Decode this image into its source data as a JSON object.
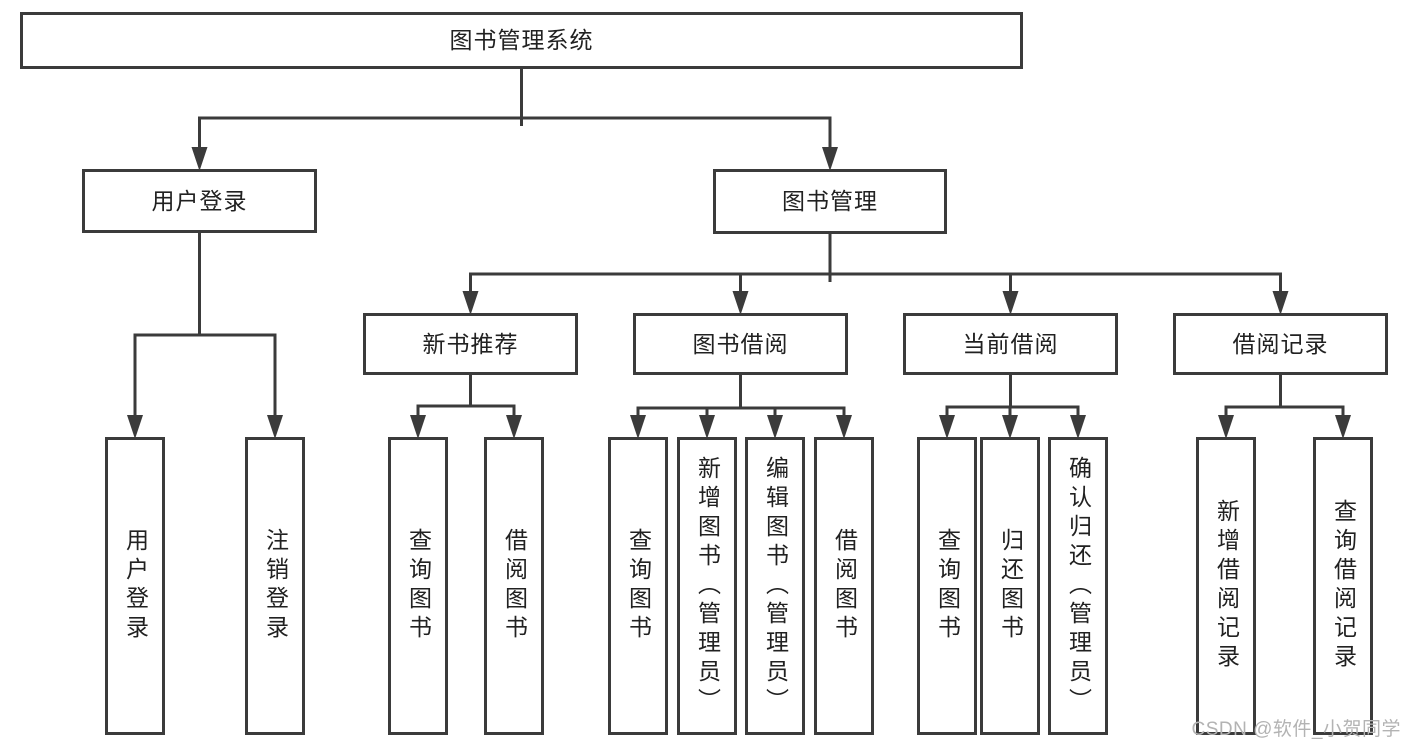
{
  "diagram": {
    "title": "图书管理系统",
    "watermark": "CSDN @软件_小贺同学",
    "colors": {
      "line": "#3b3b3b",
      "text": "#212121",
      "box_background": "#ffffff",
      "page_background": "#ffffff",
      "watermark": "#b3b3b3"
    },
    "nodes": [
      {
        "id": "root",
        "label": "图书管理系统",
        "orientation": "horizontal",
        "children": [
          "user_login",
          "book_mgmt"
        ]
      },
      {
        "id": "user_login",
        "label": "用户登录",
        "orientation": "horizontal",
        "children": [
          "ul_login",
          "ul_logout"
        ]
      },
      {
        "id": "book_mgmt",
        "label": "图书管理",
        "orientation": "horizontal",
        "children": [
          "new_book",
          "book_borrow",
          "current_borrow",
          "borrow_record"
        ]
      },
      {
        "id": "new_book",
        "label": "新书推荐",
        "orientation": "horizontal",
        "children": [
          "nb_query",
          "nb_borrow"
        ]
      },
      {
        "id": "book_borrow",
        "label": "图书借阅",
        "orientation": "horizontal",
        "children": [
          "bb_query",
          "bb_add",
          "bb_edit",
          "bb_borrow"
        ]
      },
      {
        "id": "current_borrow",
        "label": "当前借阅",
        "orientation": "horizontal",
        "children": [
          "cb_query",
          "cb_return",
          "cb_confirm"
        ]
      },
      {
        "id": "borrow_record",
        "label": "借阅记录",
        "orientation": "horizontal",
        "children": [
          "br_add",
          "br_query"
        ]
      },
      {
        "id": "ul_login",
        "label": "用户登录",
        "orientation": "vertical",
        "children": []
      },
      {
        "id": "ul_logout",
        "label": "注销登录",
        "orientation": "vertical",
        "children": []
      },
      {
        "id": "nb_query",
        "label": "查询图书",
        "orientation": "vertical",
        "children": []
      },
      {
        "id": "nb_borrow",
        "label": "借阅图书",
        "orientation": "vertical",
        "children": []
      },
      {
        "id": "bb_query",
        "label": "查询图书",
        "orientation": "vertical",
        "children": []
      },
      {
        "id": "bb_add",
        "label": "新增图书（管理员）",
        "orientation": "vertical",
        "children": []
      },
      {
        "id": "bb_edit",
        "label": "编辑图书（管理员）",
        "orientation": "vertical",
        "children": []
      },
      {
        "id": "bb_borrow",
        "label": "借阅图书",
        "orientation": "vertical",
        "children": []
      },
      {
        "id": "cb_query",
        "label": "查询图书",
        "orientation": "vertical",
        "children": []
      },
      {
        "id": "cb_return",
        "label": "归还图书",
        "orientation": "vertical",
        "children": []
      },
      {
        "id": "cb_confirm",
        "label": "确认归还（管理员）",
        "orientation": "vertical",
        "children": []
      },
      {
        "id": "br_add",
        "label": "新增借阅记录",
        "orientation": "vertical",
        "children": []
      },
      {
        "id": "br_query",
        "label": "查询借阅记录",
        "orientation": "vertical",
        "children": []
      }
    ]
  }
}
